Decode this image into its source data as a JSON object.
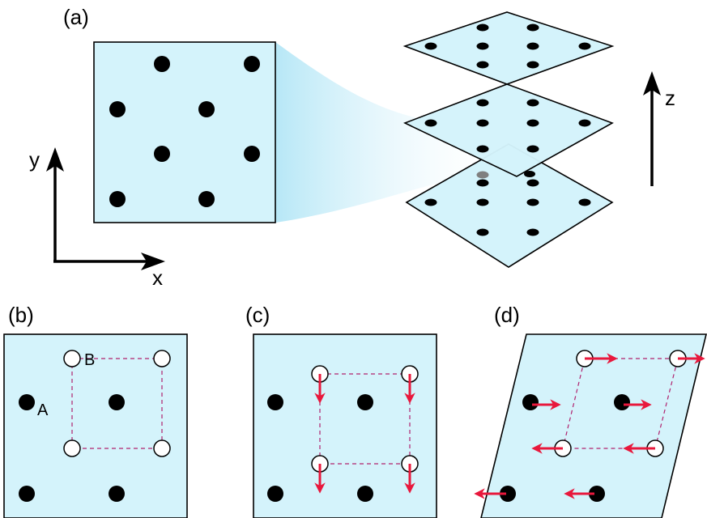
{
  "panels": {
    "a": {
      "label": "(a)"
    },
    "b": {
      "label": "(b)",
      "site_a_label": "A",
      "site_b_label": "B"
    },
    "c": {
      "label": "(c)"
    },
    "d": {
      "label": "(d)"
    }
  },
  "axes": {
    "x_label": "x",
    "y_label": "y",
    "z_label": "z"
  },
  "colors": {
    "plane_fill": "#d4f3fb",
    "outline": "#000000",
    "dot": "#000000",
    "arrow": "#e8183c",
    "dashed_line": "#b0226e",
    "projection": "#bfe9f7"
  }
}
